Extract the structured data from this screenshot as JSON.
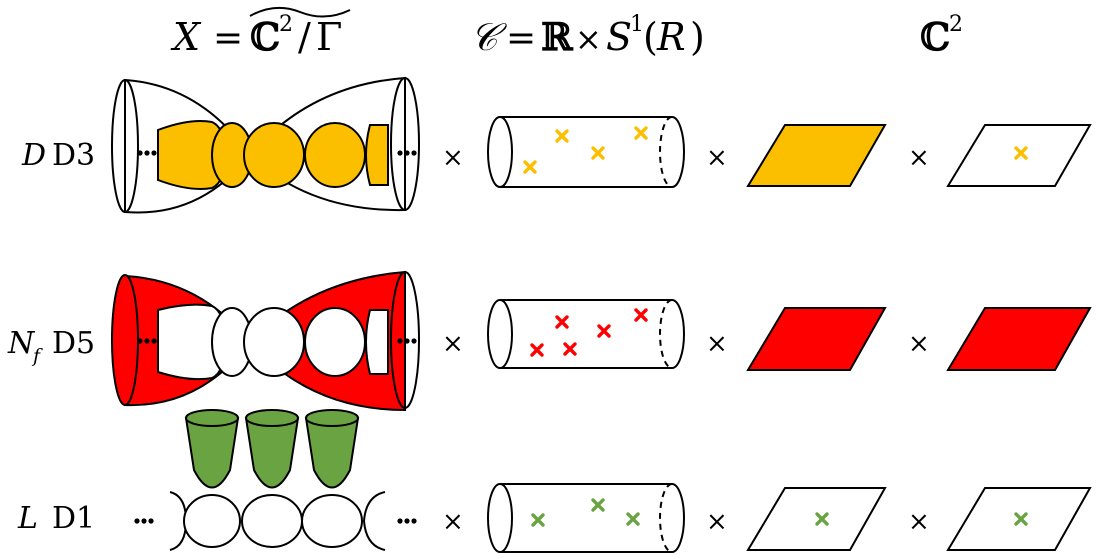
{
  "headers": {
    "x_space": "X = C²/Γ",
    "cylinder": "𝒞 = ℝ × S¹(R)",
    "c2": "ℂ²"
  },
  "rows": [
    {
      "id": "d3",
      "count": "D",
      "brane": "D3"
    },
    {
      "id": "d5",
      "count": "N",
      "count_sub": "f",
      "brane": "D5"
    },
    {
      "id": "d1",
      "count": "L",
      "brane": "D1"
    }
  ],
  "symbols": {
    "times": "×",
    "ellipsis": "•••"
  },
  "colors": {
    "d3": "#fbbf00",
    "d5": "#ff0000",
    "d1": "#6aa342",
    "outline": "#000000",
    "background": "#ffffff"
  }
}
